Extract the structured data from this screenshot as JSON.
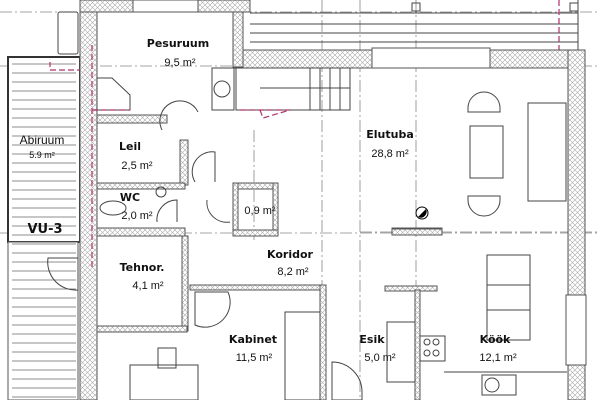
{
  "plan": {
    "rooms": [
      {
        "name": "Pesuruum",
        "area": "9,5 m²"
      },
      {
        "name": "Abiruum",
        "area": "5.9 m²"
      },
      {
        "name": "Leil",
        "area": "2,5 m²"
      },
      {
        "name": "WC",
        "area": "2,0 m²"
      },
      {
        "name": "",
        "area": "0,9 m²"
      },
      {
        "name": "Tehnor.",
        "area": "4,1 m²"
      },
      {
        "name": "Koridor",
        "area": "8,2 m²"
      },
      {
        "name": "Elutuba",
        "area": "28,8 m²"
      },
      {
        "name": "Kabinet",
        "area": "11,5 m²"
      },
      {
        "name": "Esik",
        "area": "5,0 m²"
      },
      {
        "name": "Köök",
        "area": "12,1 m²"
      }
    ],
    "tag": "VU-3",
    "colors": {
      "wall": "#555555",
      "dashed_boundary": "#b0306a"
    }
  }
}
